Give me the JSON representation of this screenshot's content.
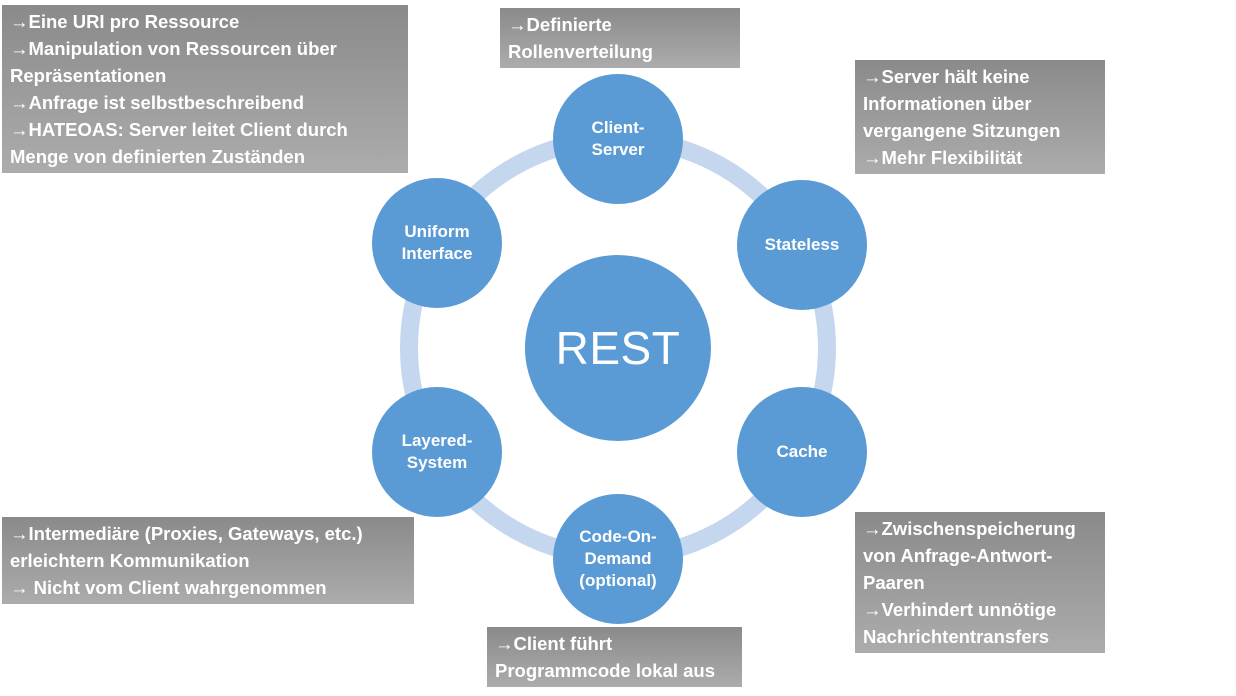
{
  "diagram": {
    "colors": {
      "node_blue": "#5b9bd5",
      "ring_blue": "#c5d7ee",
      "callout_gray_top": "#8a8a8a",
      "callout_gray_bottom": "#acacac",
      "text_white": "#ffffff"
    },
    "center": {
      "label": "REST"
    },
    "nodes": [
      {
        "id": "client-server",
        "label": "Client-\nServer"
      },
      {
        "id": "stateless",
        "label": "Stateless"
      },
      {
        "id": "cache",
        "label": "Cache"
      },
      {
        "id": "code-on-demand",
        "label": "Code-On-\nDemand\n(optional)"
      },
      {
        "id": "layered-system",
        "label": "Layered-\nSystem"
      },
      {
        "id": "uniform-interface",
        "label": "Uniform\nInterface"
      }
    ],
    "callouts": [
      {
        "id": "uniform-interface-note",
        "lines": [
          "→Eine URI pro Ressource",
          "→Manipulation von Ressourcen über",
          "Repräsentationen",
          "→Anfrage ist selbstbeschreibend",
          "→HATEOAS: Server leitet Client durch",
          "Menge von definierten Zuständen"
        ]
      },
      {
        "id": "client-server-note",
        "lines": [
          "→Definierte",
          "Rollenverteilung"
        ]
      },
      {
        "id": "stateless-note",
        "lines": [
          "→Server hält keine",
          "Informationen über",
          "vergangene Sitzungen",
          "→Mehr Flexibilität"
        ]
      },
      {
        "id": "layered-system-note",
        "lines": [
          "→Intermediäre (Proxies, Gateways, etc.)",
          "erleichtern Kommunikation",
          "→ Nicht vom Client wahrgenommen"
        ]
      },
      {
        "id": "code-on-demand-note",
        "lines": [
          "→Client führt",
          "Programmcode lokal aus"
        ]
      },
      {
        "id": "cache-note",
        "lines": [
          "→Zwischenspeicherung",
          "von Anfrage-Antwort-",
          "Paaren",
          "→Verhindert unnötige",
          "Nachrichtentransfers"
        ]
      }
    ]
  }
}
